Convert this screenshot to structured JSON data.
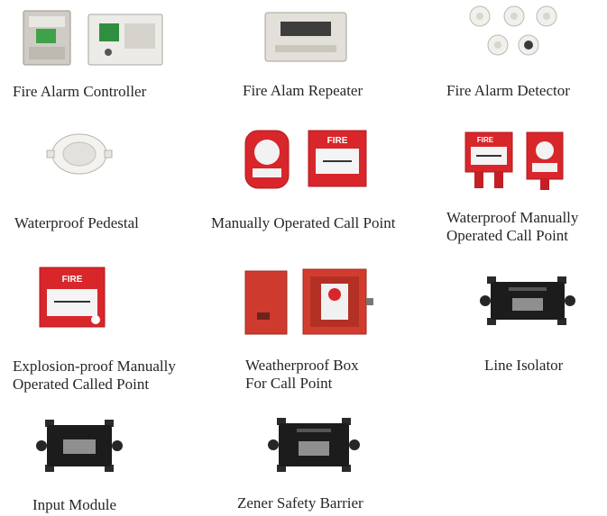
{
  "products": [
    {
      "id": "fire-alarm-controller",
      "label": "Fire Alarm Controller"
    },
    {
      "id": "fire-alarm-repeater",
      "label": "Fire Alam Repeater"
    },
    {
      "id": "fire-alarm-detector",
      "label": "Fire Alarm Detector"
    },
    {
      "id": "waterproof-pedestal",
      "label": "Waterproof Pedestal"
    },
    {
      "id": "manual-call-point",
      "label": "Manually Operated Call Point"
    },
    {
      "id": "waterproof-manual-call-point",
      "label": "Waterproof Manually\nOperated Call Point"
    },
    {
      "id": "explosion-proof-call-point",
      "label": "Explosion-proof Manually\nOperated Called Point"
    },
    {
      "id": "weatherproof-box",
      "label": "Weatherproof Box\nFor Call Point"
    },
    {
      "id": "line-isolator",
      "label": "Line Isolator"
    },
    {
      "id": "input-module",
      "label": "Input Module"
    },
    {
      "id": "zener-safety-barrier",
      "label": "Zener Safety Barrier"
    }
  ],
  "device_text": {
    "fire": "FIRE"
  },
  "colors": {
    "red": "#d8262b",
    "dark_red": "#b01b20",
    "black_box": "#1c1c1c",
    "panel_grey": "#d9d6cf"
  }
}
